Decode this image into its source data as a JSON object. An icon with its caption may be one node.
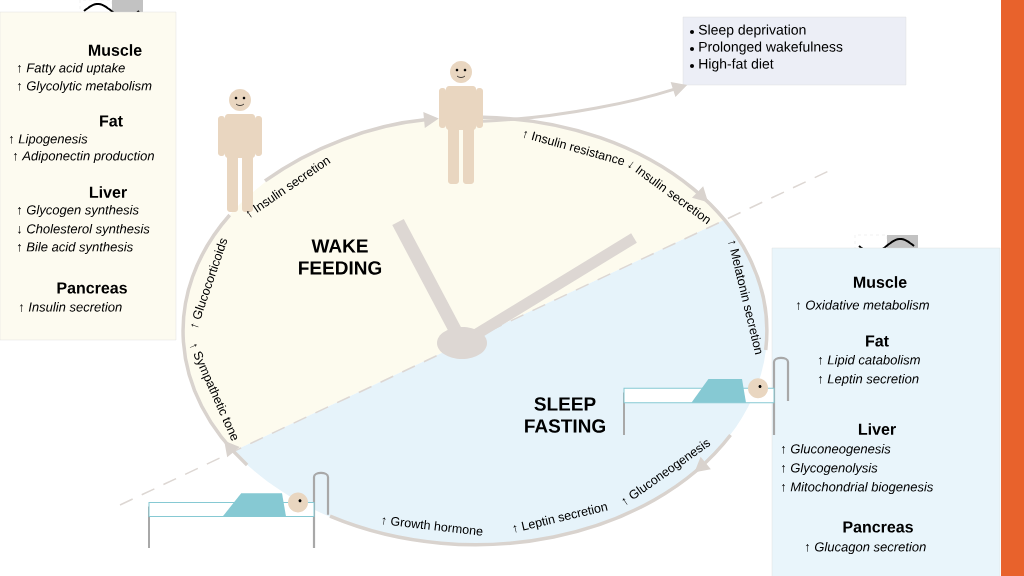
{
  "diagram": {
    "nodes": [
      {
        "text": [
          "Muscle",
          "↑ Fatty acid uptake",
          "↑ Glycolytic metabolism",
          "Fat",
          "↑ Lipogenesis",
          "↑ Adiponectin production",
          "Liver",
          "↑ Glycogen synthesis",
          "↓ Cholesterol synthesis",
          "↑ Bile acid synthesis",
          "Pancreas",
          "↑ Insulin secretion"
        ]
      },
      {
        "text": [
          "Sleep deprivation",
          "Prolonged wakefulness",
          "High-fat diet"
        ]
      },
      {
        "text": [
          "Muscle",
          "↑ Oxidative metabolism",
          "Fat",
          "↑ Lipid catabolism",
          "↑ Leptin secretion",
          "Liver",
          "↑ Gluconeogenesis",
          "↑ Glycogenolysis",
          "↑ Mitochondrial biogenesis",
          "Pancreas",
          "↑ Glucagon secretion"
        ]
      },
      {
        "text": [],
        "shape": "person"
      },
      {
        "text": [],
        "shape": "person"
      },
      {
        "text": [],
        "shape": "picture"
      },
      {
        "text": [],
        "shape": "picture"
      },
      {
        "text": [],
        "shape": "bar"
      }
    ],
    "edges": [
      {
        "from": 3,
        "to": 4,
        "arrow": "to"
      },
      {
        "from": 4,
        "to": 5,
        "arrow": "to"
      },
      {
        "from": 5,
        "to": 6,
        "arrow": "to"
      },
      {
        "from": 6,
        "to": 3,
        "arrow": "to"
      },
      {
        "from": 4,
        "to": 1,
        "arrow": "to"
      }
    ],
    "labels": [
      "WAKE FEEDING",
      "SLEEP FASTING",
      "↑ Insulin secretion",
      "↑ Glucocorticoids",
      "↑ Sympathetic tone",
      "↑ Insulin resistance",
      "↓ Insulin secretion",
      "↑ Melatonin secretion",
      "↑ Gluconeogenesis",
      "↑ Leptin secretion",
      "↑ Growth hormone"
    ]
  }
}
